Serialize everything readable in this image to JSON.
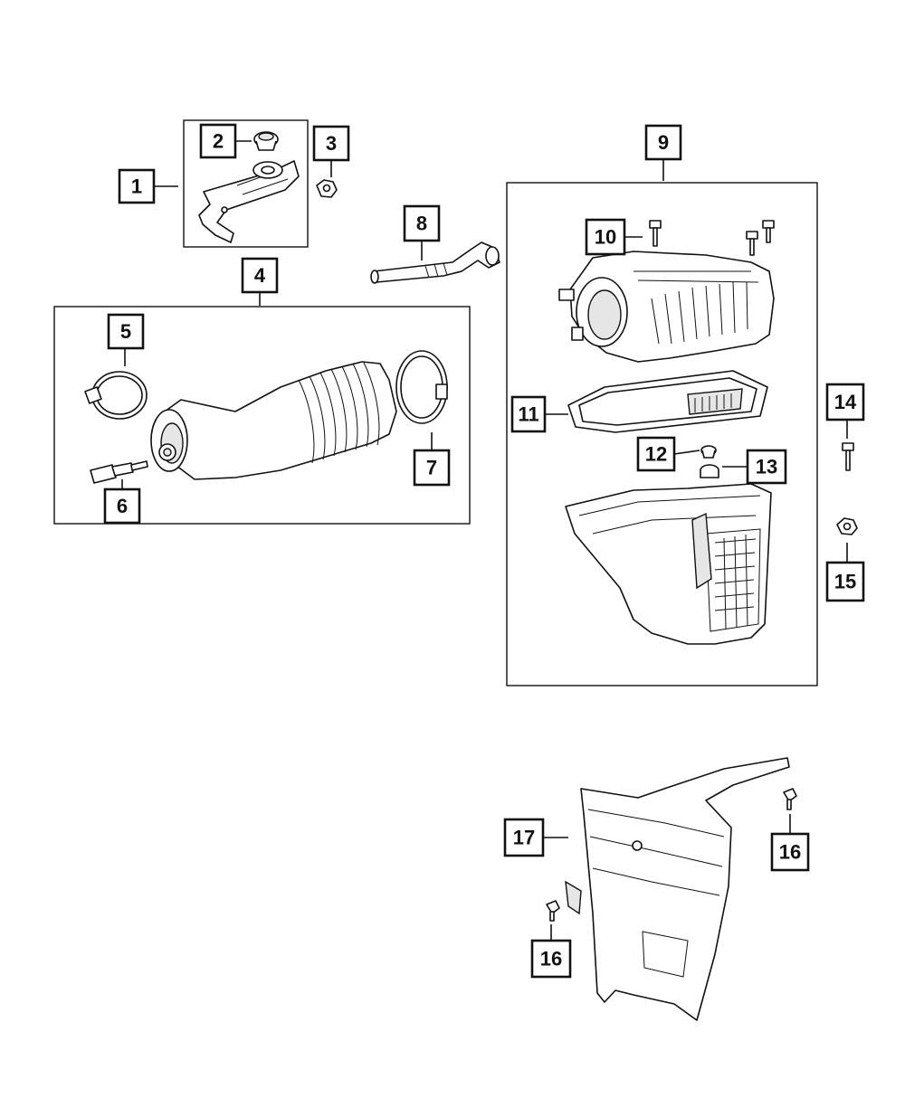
{
  "callouts": [
    {
      "id": "1",
      "label": "1"
    },
    {
      "id": "2",
      "label": "2"
    },
    {
      "id": "3",
      "label": "3"
    },
    {
      "id": "4",
      "label": "4"
    },
    {
      "id": "5",
      "label": "5"
    },
    {
      "id": "6",
      "label": "6"
    },
    {
      "id": "7",
      "label": "7"
    },
    {
      "id": "8",
      "label": "8"
    },
    {
      "id": "9",
      "label": "9"
    },
    {
      "id": "10",
      "label": "10"
    },
    {
      "id": "11",
      "label": "11"
    },
    {
      "id": "12",
      "label": "12"
    },
    {
      "id": "13",
      "label": "13"
    },
    {
      "id": "14",
      "label": "14"
    },
    {
      "id": "15",
      "label": "15"
    },
    {
      "id": "16a",
      "label": "16"
    },
    {
      "id": "16b",
      "label": "16"
    },
    {
      "id": "17",
      "label": "17"
    }
  ]
}
